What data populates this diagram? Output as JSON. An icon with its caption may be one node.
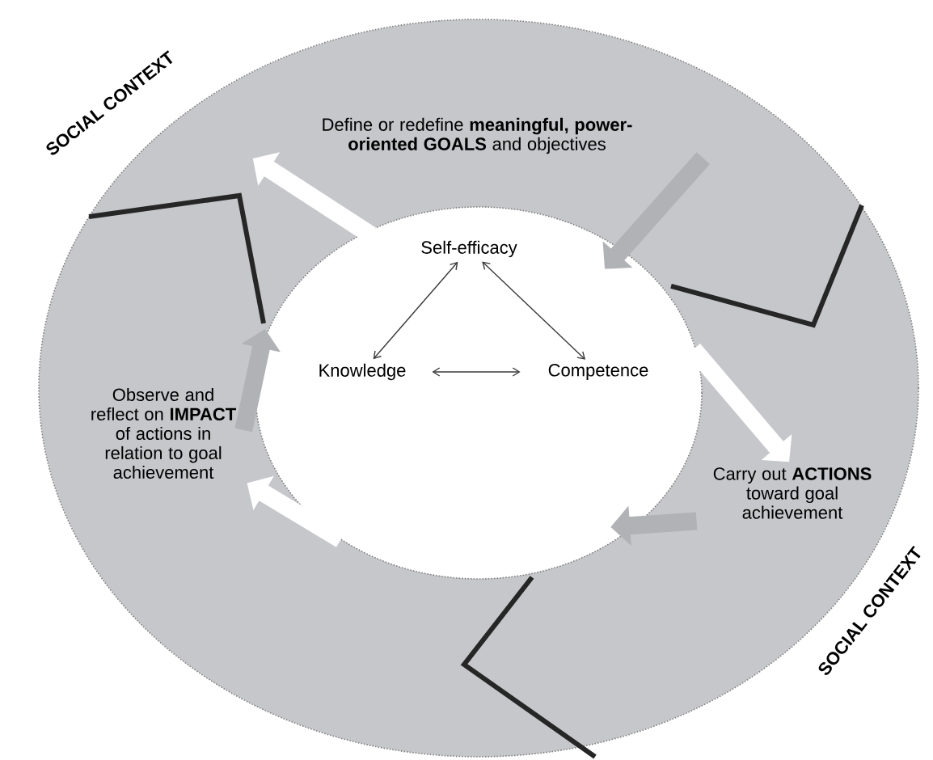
{
  "diagram": {
    "nodes": [
      {
        "text": [],
        "shape": "circle"
      },
      {
        "text": [],
        "shape": "circle",
        "in": 0
      },
      {
        "text": [
          "Define or redefine **meaningful, power-oriented GOALS** and objectives"
        ],
        "in": 0
      },
      {
        "text": [
          "Carry out **ACTIONS** toward goal achievement"
        ],
        "in": 0
      },
      {
        "text": [
          "Observe and reflect on **IMPACT** of actions in relation to goal achievement"
        ],
        "in": 0
      },
      {
        "text": [
          "Self-efficacy"
        ],
        "in": 1
      },
      {
        "text": [
          "Knowledge"
        ],
        "in": 1
      },
      {
        "text": [
          "Competence"
        ],
        "in": 1
      }
    ],
    "edges": [
      {
        "from": 5,
        "to": 6,
        "arrow": "both"
      },
      {
        "from": 5,
        "to": 7,
        "arrow": "both"
      },
      {
        "from": 6,
        "to": 7,
        "arrow": "both"
      },
      {
        "from": 1,
        "to": 2,
        "arrow": "to",
        "color": "#ffffff"
      },
      {
        "from": 2,
        "to": 1,
        "arrow": "to",
        "color": "#b0b2b5"
      },
      {
        "from": 1,
        "to": 3,
        "arrow": "to",
        "color": "#ffffff"
      },
      {
        "from": 3,
        "to": 1,
        "arrow": "to",
        "color": "#b0b2b5"
      },
      {
        "from": 1,
        "to": 4,
        "arrow": "to",
        "color": "#ffffff"
      },
      {
        "from": 4,
        "to": 1,
        "arrow": "to",
        "color": "#b0b2b5"
      }
    ],
    "labels": [
      "SOCIAL CONTEXT",
      "SOCIAL CONTEXT"
    ]
  }
}
